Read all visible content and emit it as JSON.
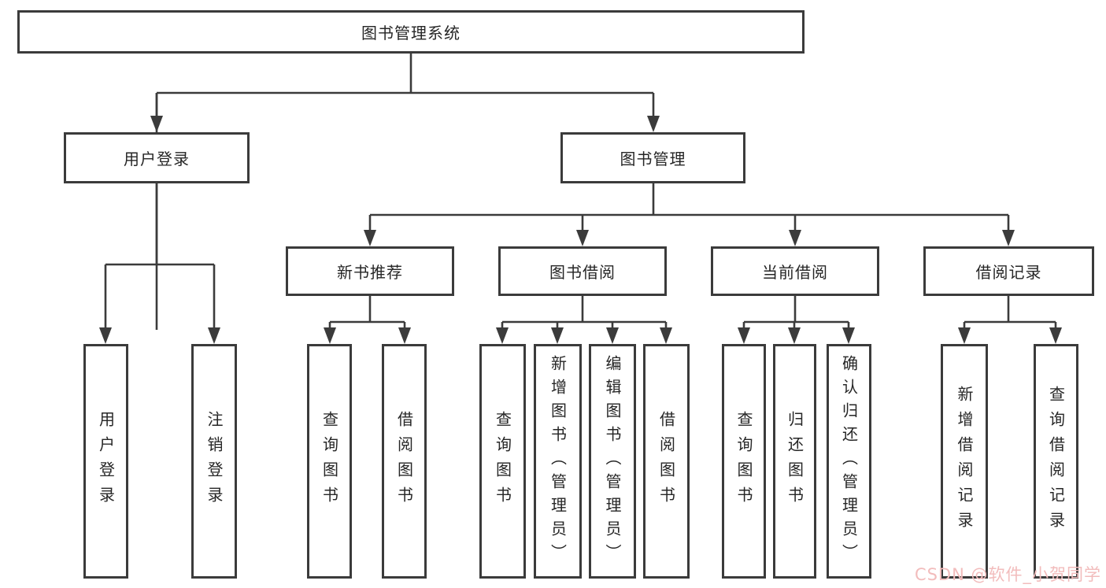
{
  "diagram": {
    "nodes": {
      "root": "图书管理系统",
      "user_login": "用户登录",
      "book_mgmt": "图书管理",
      "new_books": "新书推荐",
      "book_borrow": "图书借阅",
      "current_borrow": "当前借阅",
      "borrow_records": "借阅记录",
      "leaf_user_login": "用户登录",
      "leaf_logout": "注销登录",
      "leaf_nb_query": "查询图书",
      "leaf_nb_borrow": "借阅图书",
      "leaf_bb_query": "查询图书",
      "leaf_bb_add": "新增图书（管理员）",
      "leaf_bb_edit": "编辑图书（管理员）",
      "leaf_bb_borrow": "借阅图书",
      "leaf_cb_query": "查询图书",
      "leaf_cb_return": "归还图书",
      "leaf_cb_confirm": "确认归还（管理员）",
      "leaf_br_add": "新增借阅记录",
      "leaf_br_query": "查询借阅记录"
    }
  },
  "watermark": {
    "text": "CSDN @软件_小贺同学"
  },
  "colors": {
    "line": "#3b3b3b",
    "text": "#262626",
    "box_background": "#ffffff",
    "watermark": "#f2bcbc"
  }
}
